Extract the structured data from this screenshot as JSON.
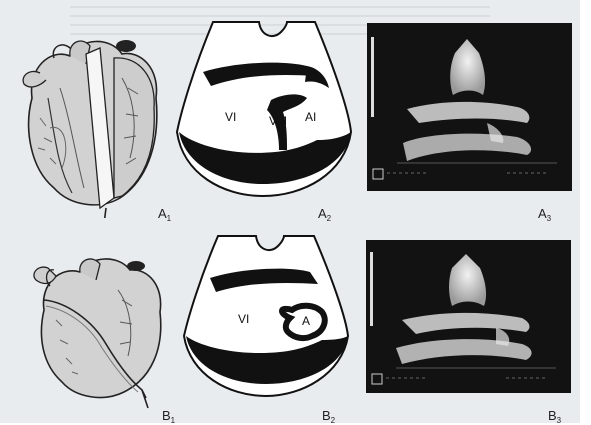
{
  "panels": {
    "a1": {
      "label_main": "A",
      "label_sub": "1"
    },
    "a2": {
      "label_main": "A",
      "label_sub": "2",
      "labels": {
        "vi": "VI",
        "vm": "VM",
        "ai": "AI"
      }
    },
    "a3": {
      "label_main": "A",
      "label_sub": "3"
    },
    "b1": {
      "label_main": "B",
      "label_sub": "1"
    },
    "b2": {
      "label_main": "B",
      "label_sub": "2",
      "labels": {
        "vi": "VI",
        "a": "A"
      }
    },
    "b3": {
      "label_main": "B",
      "label_sub": "3"
    }
  },
  "colors": {
    "ink": "#111111",
    "plate": "#e9ecef",
    "echo_bg": "#121212",
    "echo_tissue": "#e8e8e8"
  }
}
